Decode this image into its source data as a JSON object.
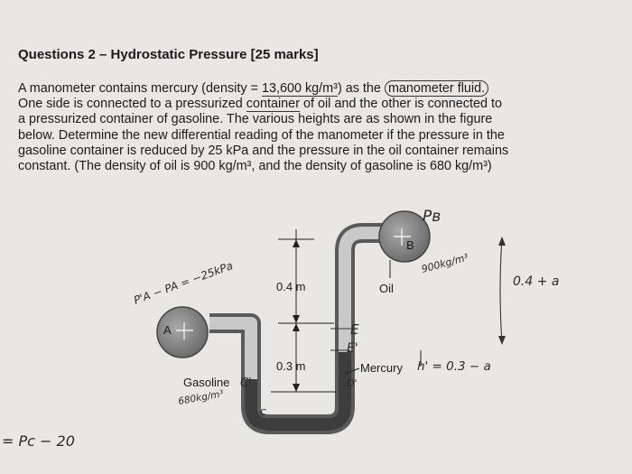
{
  "question": {
    "title": "Questions 2 – Hydrostatic Pressure [25 marks]",
    "lines": [
      "A manometer contains mercury (density = 13,600 kg/m³) as the manometer fluid.",
      "One side is connected to a pressurized container of oil and the other is connected to",
      "a pressurized container of gasoline. The various heights are as shown in the figure",
      "below. Determine the new differential reading of the manometer if the pressure in the",
      "gasoline container is reduced by 25 kPa and the pressure in the oil container remains",
      "constant. (The density of oil is 900 kg/m³, and the density of gasoline is 680 kg/m³)"
    ],
    "first_line_parts": {
      "pre": "A manometer contains mercury (density = ",
      "density": "13,600 kg/m³",
      "mid": ") as the ",
      "circled": "manometer fluid.",
      "post": ""
    },
    "second_line_parts": {
      "pre": "One side is connected to a pressurized ",
      "underlined": "container",
      "post": " of oil and the other is connected to"
    }
  },
  "figure": {
    "dim_top": "0.4 m",
    "dim_bottom": "0.3 m",
    "oil_label": "Oil",
    "gasoline_label": "Gasoline",
    "mercury_label": "Mercury",
    "point_a": "A",
    "point_b": "B"
  },
  "annotations": {
    "pb": "Pʙ",
    "pressure_change": "P'A − PA = −25kPa",
    "oil_density": "900kg/m³",
    "gas_density": "680kg/m³",
    "e_label": "E",
    "e_prime": "E'",
    "c_prime": "C'",
    "d_prime": "D'",
    "right_height": "0.4 + a",
    "h_prime": "h' = 0.3 − a",
    "bottom_eq": "= Pc − 20"
  }
}
